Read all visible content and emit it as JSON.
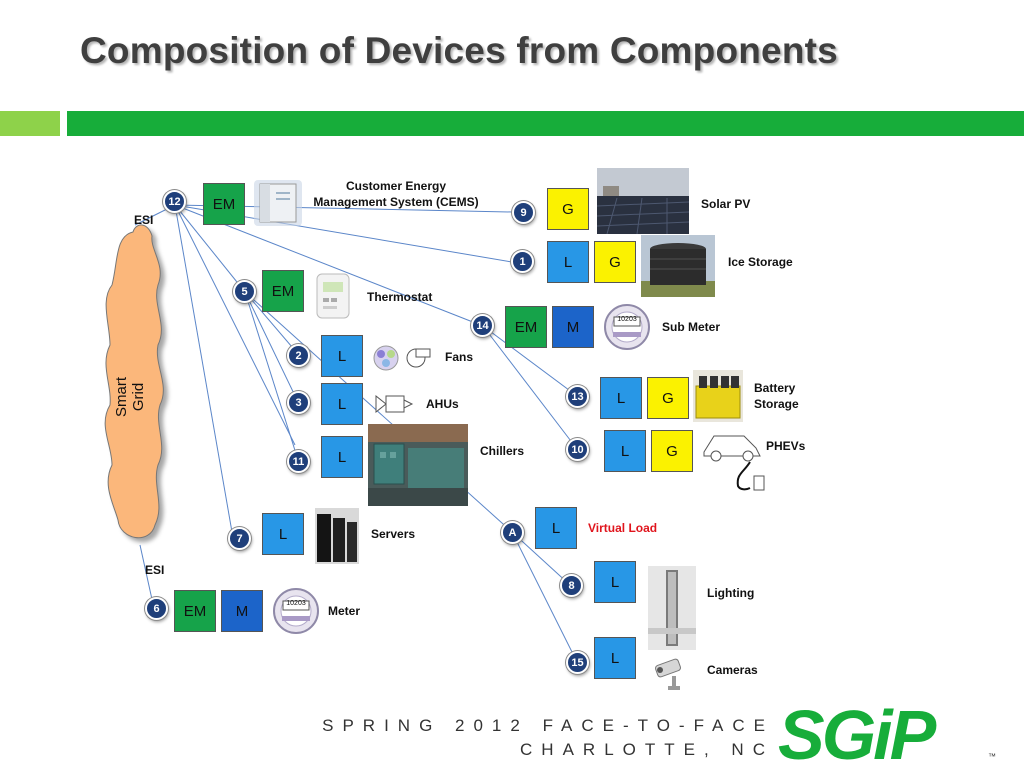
{
  "slide": {
    "title": "Composition of Devices from Components",
    "footer_line1": "SPRING 2012 FACE-TO-FACE",
    "footer_line2": "CHARLOTTE, NC",
    "logo_text": "SGiP",
    "logo_tm": "™"
  },
  "grid": {
    "label": "Smart Grid",
    "esi_top": "ESI",
    "esi_bottom": "ESI"
  },
  "nodes": {
    "n12": "12",
    "n9": "9",
    "n1": "1",
    "n5": "5",
    "n14": "14",
    "n2": "2",
    "n3": "3",
    "n11": "11",
    "n13": "13",
    "n10": "10",
    "n7": "7",
    "nA": "A",
    "n8": "8",
    "n15": "15",
    "n6": "6"
  },
  "components": {
    "em": "EM",
    "m": "M",
    "l": "L",
    "g": "G"
  },
  "meter_readout": "10203",
  "labels": {
    "cems_line1": "Customer Energy",
    "cems_line2": "Management System (CEMS)",
    "solar": "Solar PV",
    "ice": "Ice Storage",
    "thermostat": "Thermostat",
    "submeter": "Sub Meter",
    "fans": "Fans",
    "ahus": "AHUs",
    "chillers": "Chillers",
    "battery_line1": "Battery",
    "battery_line2": "Storage",
    "phevs": "PHEVs",
    "servers": "Servers",
    "virtual": "Virtual Load",
    "lighting": "Lighting",
    "cameras": "Cameras",
    "meter": "Meter"
  },
  "colors": {
    "em": "#16a34a",
    "m": "#1c64c9",
    "l": "#2897e6",
    "g": "#fbf200",
    "node": "#1f3f7a",
    "cloud": "#fbb77b",
    "title_bar": "#17ad3a",
    "accent_bar": "#8ed24a",
    "logo": "#17ad3a"
  }
}
